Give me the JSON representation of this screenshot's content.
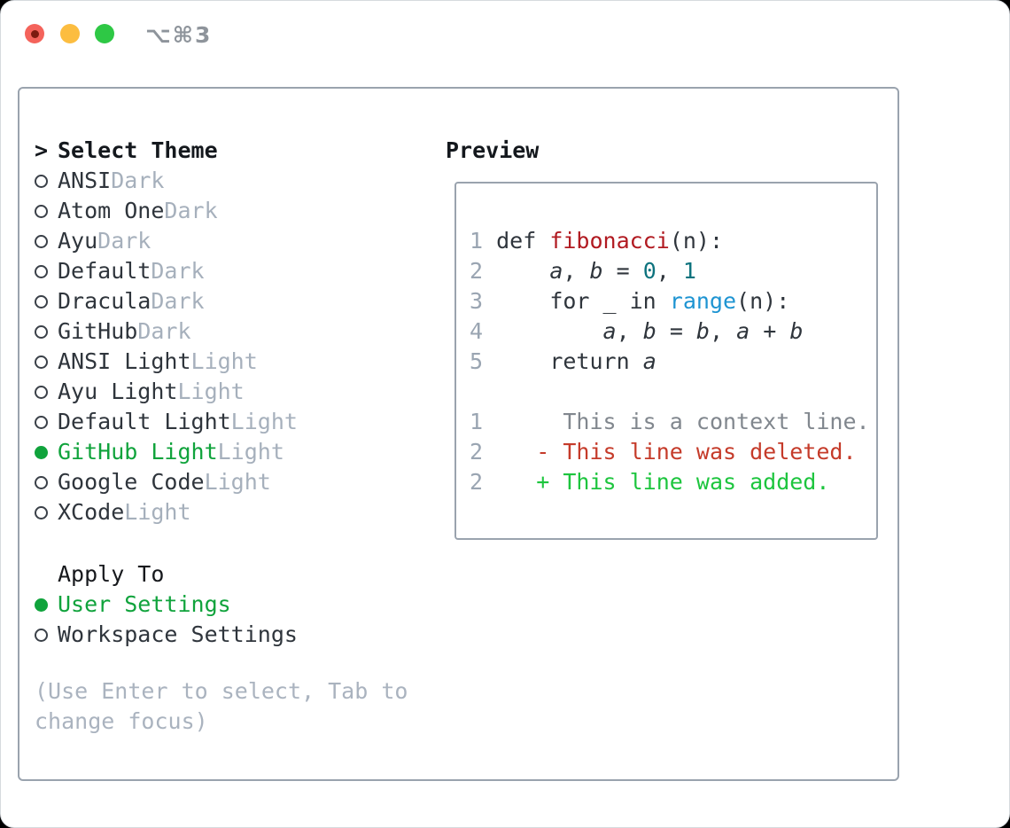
{
  "titlebar": {
    "shortcut": "⌥⌘3",
    "traffic_lights": [
      "close",
      "minimize",
      "zoom"
    ]
  },
  "theme_panel": {
    "header_prompt": ">",
    "header_label": "Select Theme",
    "items": [
      {
        "name": "ANSI",
        "variant": "Dark",
        "selected": false
      },
      {
        "name": "Atom One",
        "variant": "Dark",
        "selected": false
      },
      {
        "name": "Ayu",
        "variant": "Dark",
        "selected": false
      },
      {
        "name": "Default",
        "variant": "Dark",
        "selected": false
      },
      {
        "name": "Dracula",
        "variant": "Dark",
        "selected": false
      },
      {
        "name": "GitHub",
        "variant": "Dark",
        "selected": false
      },
      {
        "name": "ANSI Light",
        "variant": "Light",
        "selected": false
      },
      {
        "name": "Ayu Light",
        "variant": "Light",
        "selected": false
      },
      {
        "name": "Default Light",
        "variant": "Light",
        "selected": false
      },
      {
        "name": "GitHub Light",
        "variant": "Light",
        "selected": true
      },
      {
        "name": "Google Code",
        "variant": "Light",
        "selected": false
      },
      {
        "name": "XCode",
        "variant": "Light",
        "selected": false
      }
    ],
    "apply_to": {
      "label": "Apply To",
      "options": [
        {
          "name": "User Settings",
          "selected": true
        },
        {
          "name": "Workspace Settings",
          "selected": false
        }
      ]
    },
    "hint_line1": "(Use Enter to select, Tab to",
    "hint_line2": "change focus)"
  },
  "preview": {
    "title": "Preview",
    "code_lines": [
      [
        [
          "1 ",
          "ln"
        ],
        [
          "def ",
          "d"
        ],
        [
          "fibonacci",
          "fn"
        ],
        [
          "(n):",
          "d"
        ]
      ],
      [
        [
          "2 ",
          "ln"
        ],
        [
          "    ",
          "d"
        ],
        [
          "a",
          "v"
        ],
        [
          ", ",
          "d"
        ],
        [
          "b",
          "v"
        ],
        [
          " = ",
          "d"
        ],
        [
          "0",
          "num"
        ],
        [
          ", ",
          "d"
        ],
        [
          "1",
          "num"
        ]
      ],
      [
        [
          "3 ",
          "ln"
        ],
        [
          "    for _ in ",
          "d"
        ],
        [
          "range",
          "blu"
        ],
        [
          "(n):",
          "d"
        ]
      ],
      [
        [
          "4 ",
          "ln"
        ],
        [
          "        ",
          "d"
        ],
        [
          "a",
          "v"
        ],
        [
          ", ",
          "d"
        ],
        [
          "b",
          "v"
        ],
        [
          " = ",
          "d"
        ],
        [
          "b",
          "v"
        ],
        [
          ", ",
          "d"
        ],
        [
          "a",
          "v"
        ],
        [
          " + ",
          "d"
        ],
        [
          "b",
          "v"
        ]
      ],
      [
        [
          "5 ",
          "ln"
        ],
        [
          "    return ",
          "d"
        ],
        [
          "a",
          "v"
        ]
      ],
      [
        [
          "",
          "d"
        ]
      ],
      [
        [
          "1",
          "ln"
        ],
        [
          "      ",
          "d"
        ],
        [
          "This is a context line.",
          "ctx"
        ]
      ],
      [
        [
          "2",
          "ln"
        ],
        [
          "    ",
          "d"
        ],
        [
          "- This line was deleted.",
          "del"
        ]
      ],
      [
        [
          "2",
          "ln"
        ],
        [
          "    ",
          "d"
        ],
        [
          "+ This line was added.",
          "add"
        ]
      ]
    ]
  },
  "colors": {
    "selected_green": "#10a33c",
    "muted_variant": "#a6b0bc",
    "text_dark": "#2f353c",
    "hint_gray": "#aab3bf",
    "line_number": "#9aa5b2",
    "function_red": "#b11a21",
    "number_teal": "#0e737e",
    "builtin_blue": "#1e94d2",
    "context_gray": "#81878e",
    "diff_deleted": "#c53b2a",
    "diff_added": "#1dc53e",
    "panel_border": "#9aa3ae",
    "traffic_red": "#f4635b",
    "traffic_yellow": "#fcbd40",
    "traffic_green": "#2ec845"
  }
}
